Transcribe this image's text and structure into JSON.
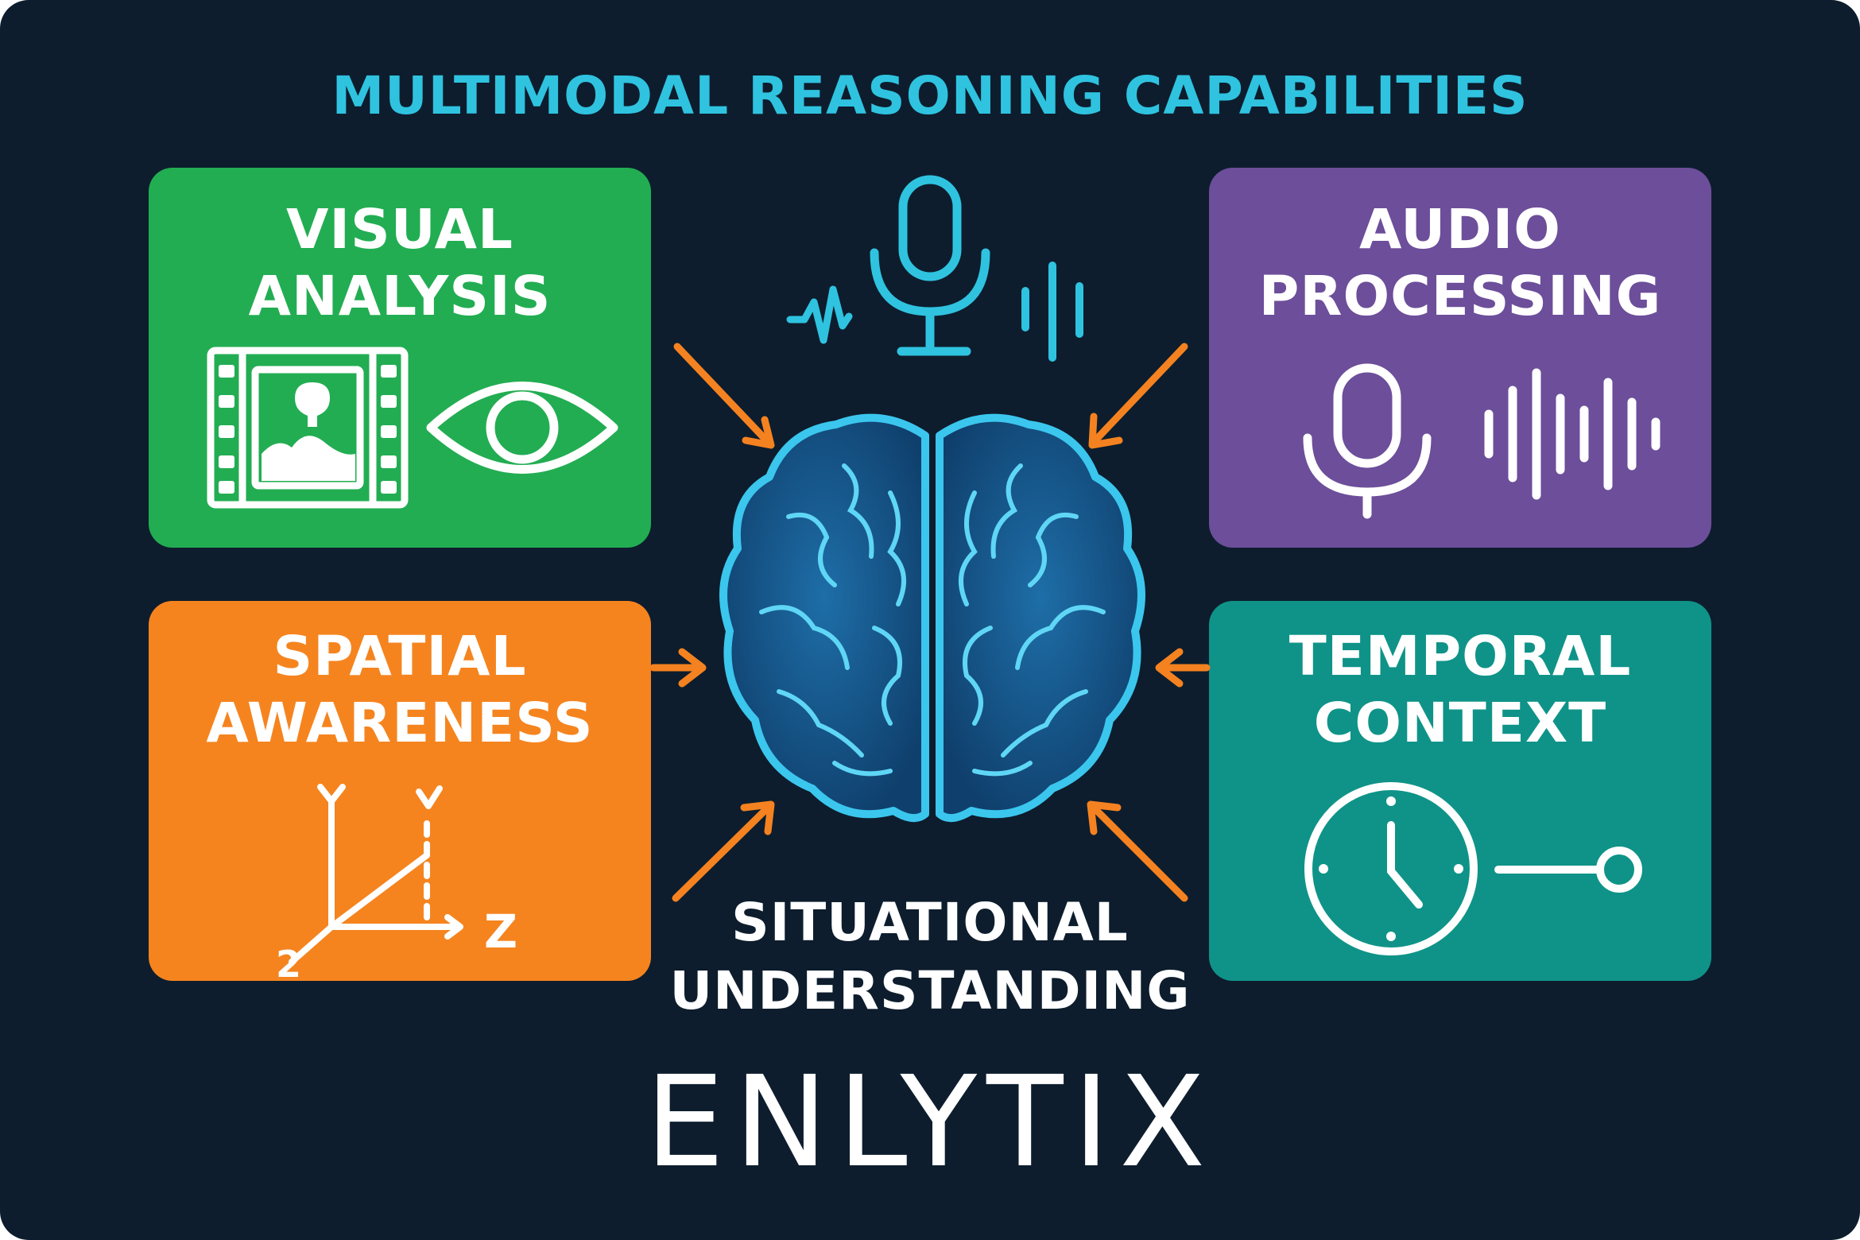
{
  "title": "MULTIMODAL REASONING CAPABILITIES",
  "colors": {
    "background": "#0d1d2d",
    "accent": "#2fc3e0",
    "visual": "#22ad52",
    "audio": "#6c4e9a",
    "spatial": "#f5841f",
    "temporal": "#0f9388",
    "arrow": "#f58220",
    "brain": "#3bc6ee"
  },
  "cards": {
    "visual": {
      "line1": "VISUAL",
      "line2": "ANALYSIS",
      "icons": [
        "film-frame-icon",
        "eye-icon"
      ]
    },
    "audio": {
      "line1": "AUDIO",
      "line2": "PROCESSING",
      "icons": [
        "microphone-icon",
        "sound-wave-icon"
      ]
    },
    "spatial": {
      "line1": "SPATIAL",
      "line2": "AWARENESS",
      "icons": [
        "axes-3d-icon"
      ],
      "axis_labels": {
        "y": "Y",
        "z": "Z",
        "x": "2"
      }
    },
    "temporal": {
      "line1": "TEMPORAL",
      "line2": "CONTEXT",
      "icons": [
        "clock-icon",
        "timeline-node-icon"
      ]
    }
  },
  "center": {
    "line1": "SITUATIONAL",
    "line2": "UNDERSTANDING",
    "icons": [
      "brain-icon",
      "microphone-icon",
      "sound-wave-icon",
      "pulse-icon"
    ]
  },
  "brand": "ENLYTIX"
}
